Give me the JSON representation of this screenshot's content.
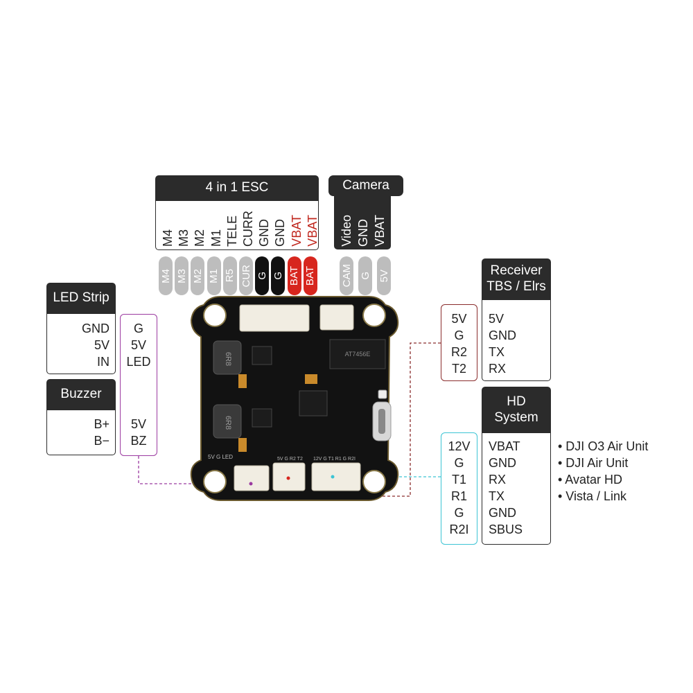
{
  "esc": {
    "title": "4 in 1 ESC",
    "labels": [
      {
        "text": "M4",
        "color": "#222222"
      },
      {
        "text": "M3",
        "color": "#222222"
      },
      {
        "text": "M2",
        "color": "#222222"
      },
      {
        "text": "M1",
        "color": "#222222"
      },
      {
        "text": "TELE",
        "color": "#222222"
      },
      {
        "text": "CURR",
        "color": "#222222"
      },
      {
        "text": "GND",
        "color": "#222222"
      },
      {
        "text": "GND",
        "color": "#222222"
      },
      {
        "text": "VBAT",
        "color": "#c0271e"
      },
      {
        "text": "VBAT",
        "color": "#c0271e"
      }
    ],
    "pads": [
      {
        "text": "M4",
        "style": "gray"
      },
      {
        "text": "M3",
        "style": "gray"
      },
      {
        "text": "M2",
        "style": "gray"
      },
      {
        "text": "M1",
        "style": "gray"
      },
      {
        "text": "R5",
        "style": "gray"
      },
      {
        "text": "CUR",
        "style": "gray"
      },
      {
        "text": "G",
        "style": "black"
      },
      {
        "text": "G",
        "style": "black"
      },
      {
        "text": "BAT",
        "style": "red"
      },
      {
        "text": "BAT",
        "style": "red"
      }
    ]
  },
  "camera": {
    "title": "Camera",
    "labels": [
      "Video",
      "GND",
      "VBAT"
    ],
    "pads": [
      "CAM",
      "G",
      "5V"
    ]
  },
  "led_strip": {
    "title": "LED Strip",
    "labels": [
      "GND",
      "5V",
      "IN"
    ],
    "pads": [
      "G",
      "5V",
      "LED"
    ]
  },
  "buzzer": {
    "title": "Buzzer",
    "labels": [
      "B+",
      "B−"
    ],
    "pads": [
      "5V",
      "BZ"
    ]
  },
  "receiver": {
    "title_line1": "Receiver",
    "title_line2": "TBS / Elrs",
    "pads": [
      "5V",
      "G",
      "R2",
      "T2"
    ],
    "labels": [
      "5V",
      "GND",
      "TX",
      "RX"
    ]
  },
  "hd_system": {
    "title_line1": "HD",
    "title_line2": "System",
    "pads": [
      "12V",
      "G",
      "T1",
      "R1",
      "G",
      "R2I"
    ],
    "labels": [
      "VBAT",
      "GND",
      "RX",
      "TX",
      "GND",
      "SBUS"
    ],
    "compatible": [
      "• DJI O3 Air Unit",
      "• DJI Air Unit",
      "• Avatar HD",
      "• Vista / Link"
    ]
  },
  "board": {
    "chip_text": "AT7456E",
    "inductor_text": "6R8",
    "silk_left": "5V G LED",
    "silk_mid": "5V G R2 T2",
    "silk_right": "12V G T1 R1 G R2I"
  },
  "colors": {
    "header": "#2b2b2b",
    "vbat_red": "#c0271e",
    "led_frame": "#9b3aa0",
    "receiver_frame": "#8a2c2c",
    "hd_frame": "#3cc4d4"
  }
}
